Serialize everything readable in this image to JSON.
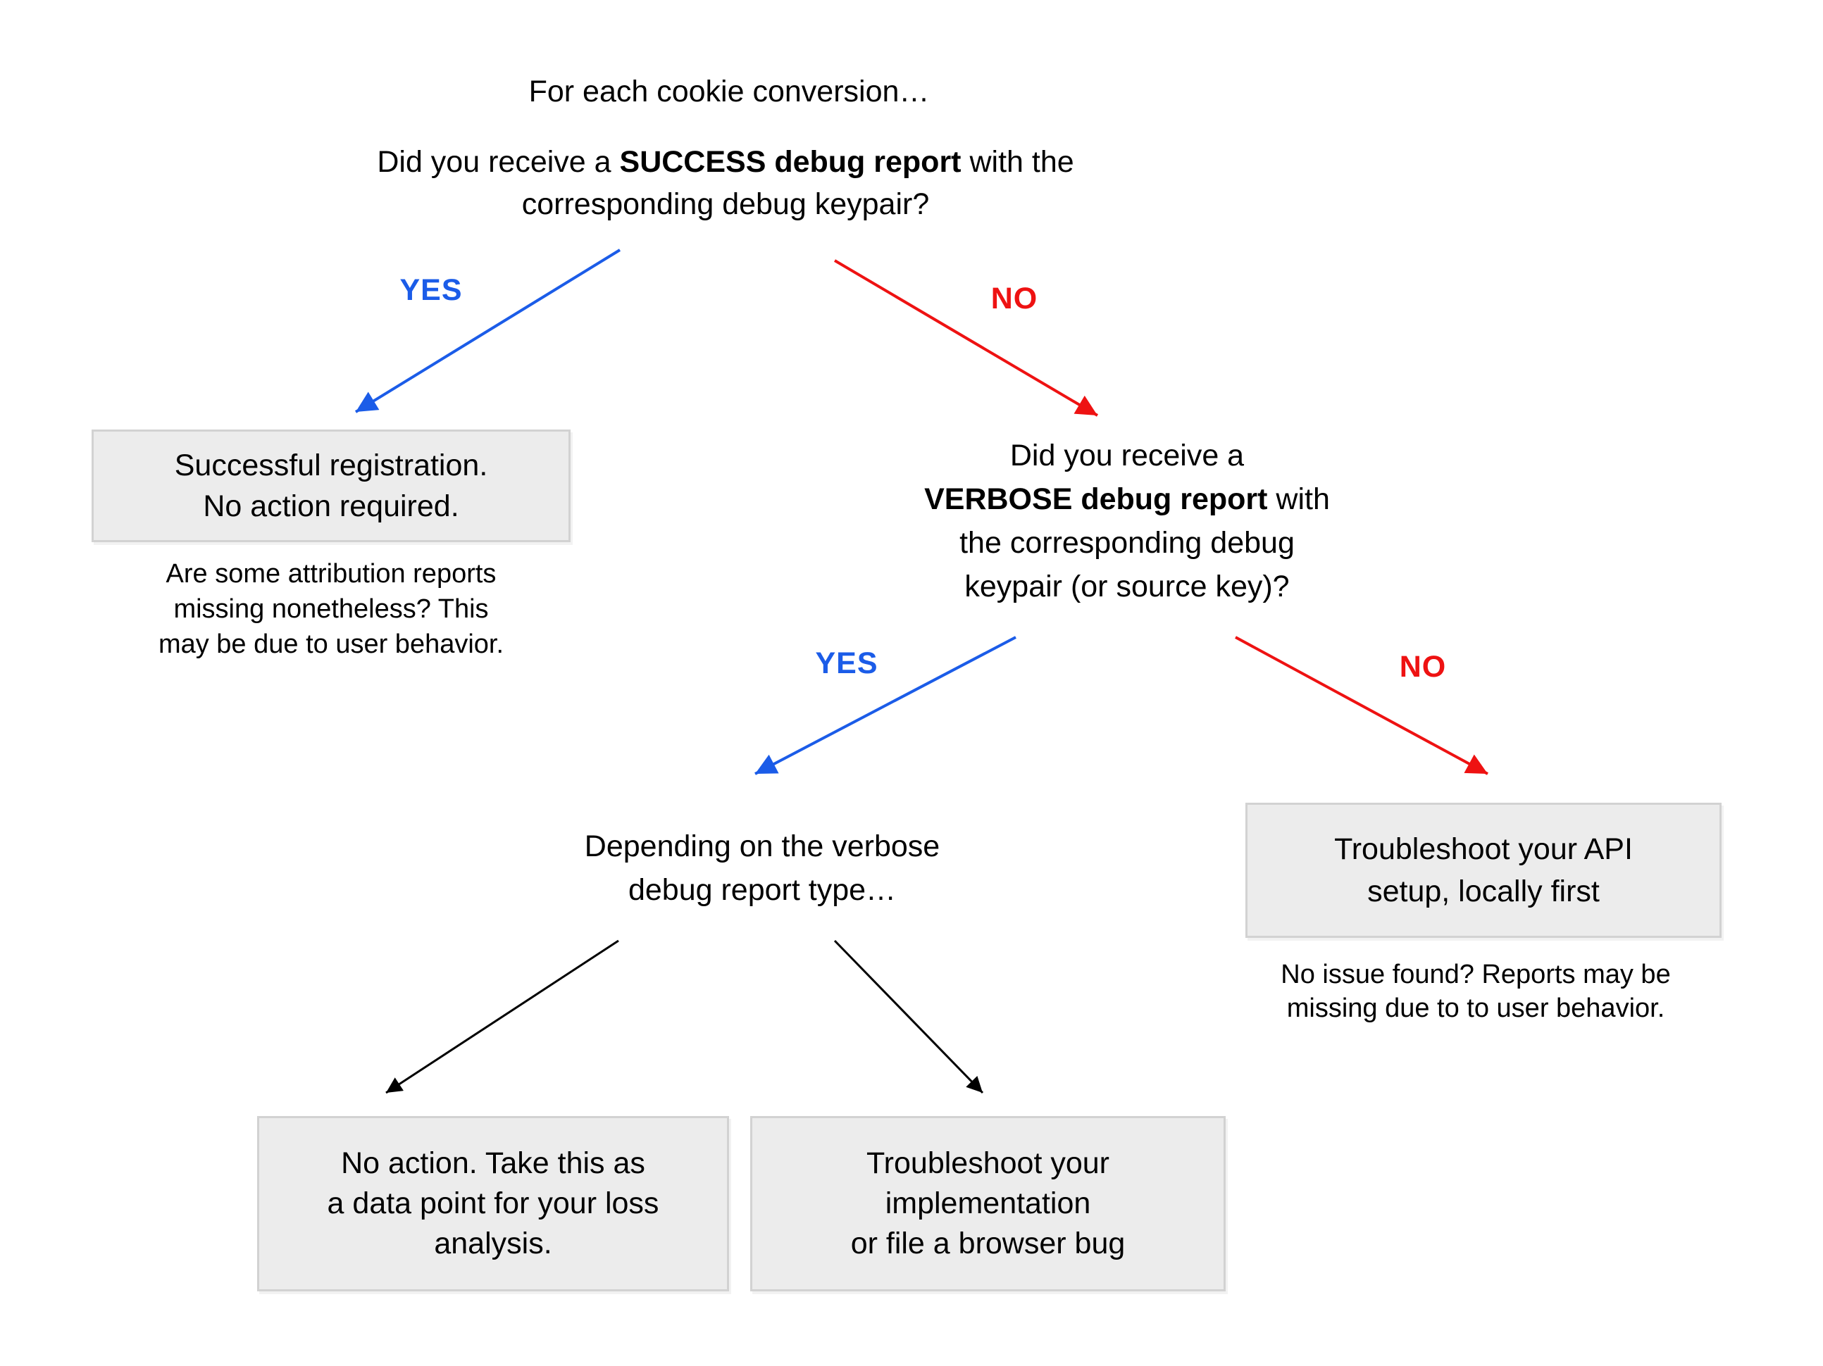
{
  "colors": {
    "blue": "#1b5ce8",
    "red": "#ee1212",
    "black": "#000000",
    "box_fill": "#ececec",
    "box_border": "#d2d2d2",
    "background": "#ffffff"
  },
  "flow": {
    "intro": "For each cookie conversion…",
    "q1": {
      "line1_pre": "Did you receive a ",
      "line1_bold": "SUCCESS debug report",
      "line1_post": " with the",
      "line2": "corresponding debug keypair?"
    },
    "yes1_label": "YES",
    "no1_label": "NO",
    "success_box": {
      "line1": "Successful registration.",
      "line2": "No action required."
    },
    "success_note": {
      "line1": "Are some attribution reports",
      "line2": "missing nonetheless? This",
      "line3": "may be due to user behavior."
    },
    "q2": {
      "line1": "Did you receive a",
      "line2_bold": "VERBOSE debug report",
      "line2_post": " with",
      "line3": "the corresponding debug",
      "line4": "keypair (or source key)?"
    },
    "yes2_label": "YES",
    "no2_label": "NO",
    "depending": {
      "line1": "Depending on the verbose",
      "line2": "debug report type…"
    },
    "api_box": {
      "line1": "Troubleshoot your API",
      "line2": "setup, locally first"
    },
    "api_note": {
      "line1": "No issue found? Reports may be",
      "line2": "missing due to to user behavior."
    },
    "loss_box": {
      "line1": "No action. Take this as",
      "line2": "a data point for your loss",
      "line3": "analysis."
    },
    "impl_box": {
      "line1": "Troubleshoot your",
      "line2": "implementation",
      "line3": "or file a browser bug"
    }
  }
}
